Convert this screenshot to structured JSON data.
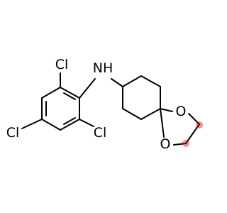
{
  "molecule": {
    "atoms": {
      "cl_top": "Cl",
      "nh": "NH",
      "cl_left": "Cl",
      "cl_right": "Cl",
      "o_top": "O",
      "o_bottom": "O"
    },
    "colors": {
      "bond": "#000000",
      "label": "#000000",
      "carbon_dot": "#e60000"
    }
  }
}
